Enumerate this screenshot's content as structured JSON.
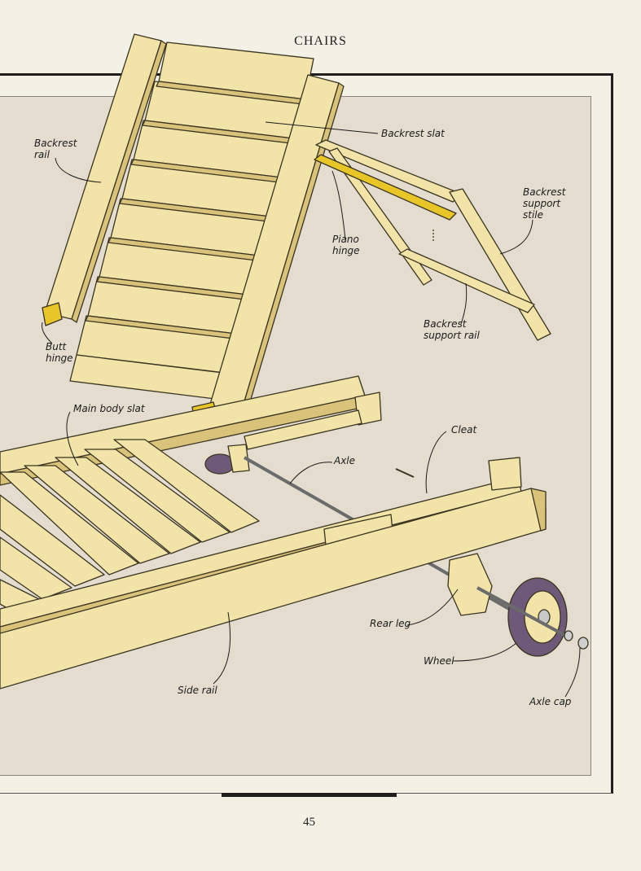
{
  "header": {
    "title": "CHAIRS"
  },
  "labels": {
    "backrest_rail": [
      "Backrest",
      "rail"
    ],
    "backrest_slat": "Backrest slat",
    "backrest_support_stile": [
      "Backrest",
      "support",
      "stile"
    ],
    "piano_hinge": [
      "Piano",
      "hinge"
    ],
    "butt_hinge": [
      "Butt",
      "hinge"
    ],
    "backrest_support_rail": [
      "Backrest",
      "support rail"
    ],
    "main_body_slat": "Main body slat",
    "cleat": "Cleat",
    "axle": "Axle",
    "rear_leg": "Rear leg",
    "wheel": "Wheel",
    "side_rail": "Side rail",
    "axle_cap": "Axle cap"
  },
  "footer": {
    "page_number": "45"
  },
  "colors": {
    "wood": "#f2e3a8",
    "wood_dark": "#d9c27a",
    "outline": "#3a3420",
    "hinge": "#e8c62a",
    "tire": "#6e5a78",
    "panel": "#e3dccf"
  }
}
